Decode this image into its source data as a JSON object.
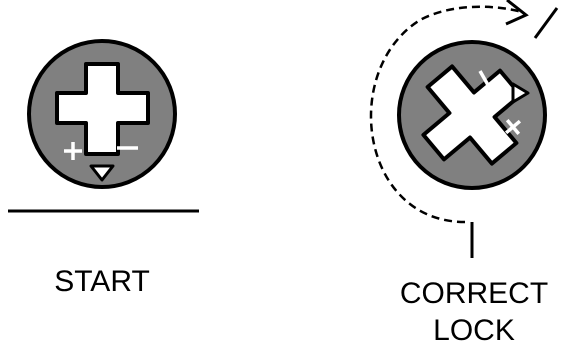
{
  "labels": {
    "start": "START",
    "correct_line1": "CORRECT",
    "correct_line2": "LOCK"
  },
  "icons": {
    "start_plus": "plus-icon",
    "start_minus": "minus-icon",
    "start_indicator": "triangle-down-icon",
    "lock_plus": "plus-icon",
    "lock_minus": "minus-icon",
    "lock_indicator": "triangle-icon",
    "rotation": "dashed-arrow-icon"
  },
  "colors": {
    "dial_fill": "#808080",
    "stroke": "#000000",
    "cross_fill": "#ffffff",
    "background": "#ffffff"
  }
}
